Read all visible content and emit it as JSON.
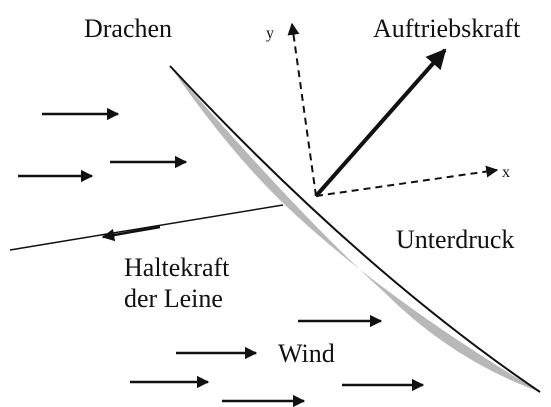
{
  "labels": {
    "kite": "Drachen",
    "lift": "Auftriebskraft",
    "axis_y": "y",
    "axis_x": "x",
    "low_pressure": "Unterdruck",
    "tether_force_line1": "Haltekraft",
    "tether_force_line2": "der Leine",
    "wind": "Wind"
  },
  "colors": {
    "ink": "#111111",
    "kite_fill": "#b8b8b8",
    "background": "#ffffff"
  }
}
